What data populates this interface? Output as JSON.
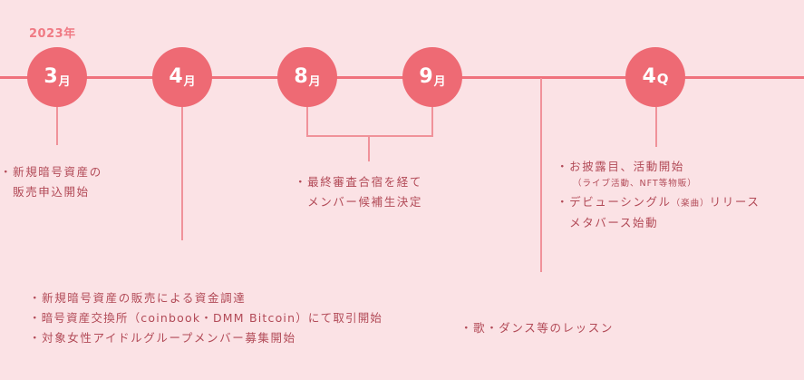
{
  "year": "2023年",
  "milestones": [
    {
      "num": "3",
      "unit": "月"
    },
    {
      "num": "4",
      "unit": "月"
    },
    {
      "num": "8",
      "unit": "月"
    },
    {
      "num": "9",
      "unit": "月"
    },
    {
      "num": "4",
      "unit": "Q"
    }
  ],
  "text_march": [
    "・新規暗号資産の",
    "　販売申込開始"
  ],
  "text_aug_sep": [
    "・最終審査合宿を経て",
    "　メンバー候補生決定"
  ],
  "text_4q": {
    "line1": "・お披露目、活動開始",
    "line1_sub": "（ライブ活動、NFT等物販）",
    "line2a": "・デビューシングル",
    "line2_small": "（楽曲）",
    "line2b": "リリース",
    "line3": "　メタバース始動"
  },
  "text_april": [
    "・新規暗号資産の販売による資金調達",
    "・暗号資産交換所（coinbook・DMM Bitcoin）にて取引開始",
    "・対象女性アイドルグループメンバー募集開始"
  ],
  "text_lesson": "・歌・ダンス等のレッスン"
}
